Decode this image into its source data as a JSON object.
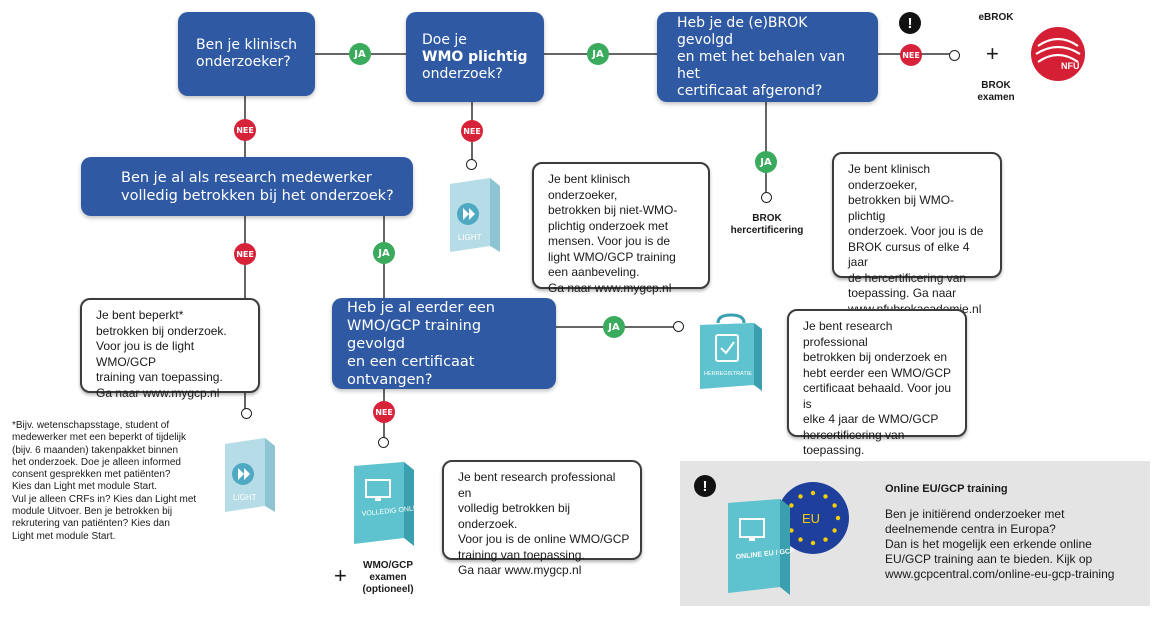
{
  "questions": {
    "q1": "Ben je klinisch\nonderzoeker?",
    "q2_line1": "Doe je",
    "q2_bold": "WMO plichtig",
    "q2_line3": "onderzoek?",
    "q3": "Heb je de (e)BROK gevolgd\nen met het behalen van het\ncertificaat afgerond?",
    "q4": "Ben je al als research medewerker\nvolledig betrokken bij het onderzoek?",
    "q5": "Heb je al eerder een\nWMO/GCP training gevolgd\nen een certificaat ontvangen?"
  },
  "badges": {
    "ja": "JA",
    "nee": "NEE"
  },
  "labels": {
    "ebrok": "eBROK",
    "brok_exam": "BROK\nexamen",
    "brok_recert": "BROK\nhercertificering",
    "wmo_exam": "WMO/GCP\nexamen\n(optioneel)",
    "nfu_logo": "NFU",
    "plus": "+"
  },
  "products": {
    "light": "LIGHT",
    "herregistratie": "HERREGISTRATIE",
    "volledig_online": "VOLLEDIG\nONLINE",
    "online_eu_gcp": "ONLINE\nEU / GCP",
    "eu_flag": "EU"
  },
  "bubbles": {
    "light_wmo": "Je bent klinisch onderzoeker,\nbetrokken bij niet-WMO-\nplichtig onderzoek met\nmensen. Voor jou is de\nlight WMO/GCP training\neen aanbeveling.\nGa naar www.mygcp.nl",
    "brok": "Je bent klinisch onderzoeker,\nbetrokken bij WMO-plichtig\nonderzoek. Voor jou is de\nBROK cursus of elke 4 jaar\nde hercertificering van\ntoepassing. Ga naar\nwww.nfubrokacademie.nl",
    "beperkt": "Je bent beperkt*\nbetrokken bij onderzoek.\nVoor jou is de light WMO/GCP\ntraining van toepassing.\nGa naar www.mygcp.nl",
    "herregistratie": "Je bent research professional\nbetrokken bij onderzoek en\nhebt eerder een WMO/GCP\ncertificaat behaald. Voor jou is\nelke 4 jaar de WMO/GCP\nhercertificering van toepassing.\nGa naar www.mygcp.nl",
    "volledig": "Je bent research professional en\nvolledig betrokken bij onderzoek.\nVoor jou is de online WMO/GCP\ntraining van toepassing.\nGa naar www.mygcp.nl"
  },
  "footnote": "*Bijv. wetenschapsstage, student of\nmedewerker  met een beperkt of tijdelijk\n(bijv. 6 maanden) takenpakket binnen\nhet onderzoek. Doe je alleen informed\nconsent gesprekken met patiënten?\nKies dan Light met module Start.\nVul je alleen CRFs in? Kies dan Light met\nmodule Uitvoer. Ben je betrokken bij\nrekrutering van patiënten? Kies dan\nLight met module Start.",
  "eu_panel": {
    "title": "Online EU/GCP training",
    "body": "Ben je initiërend onderzoeker met\ndeelnemende centra in Europa?\nDan is het mogelijk een erkende online\nEU/GCP training aan te bieden. Kijk op\nwww.gcpcentral.com/online-eu-gcp-training"
  },
  "colors": {
    "question_blue": "#2f5aa3",
    "ja_green": "#3aaa5c",
    "nee_red": "#d6233a",
    "product_teal": "#5ec3cf",
    "panel_grey": "#e4e4e4"
  },
  "icons": [
    "exclamation-icon",
    "nfu-logo",
    "light-box-icon",
    "herregistratie-box-icon",
    "volledig-online-box-icon",
    "eu-flag-icon"
  ]
}
